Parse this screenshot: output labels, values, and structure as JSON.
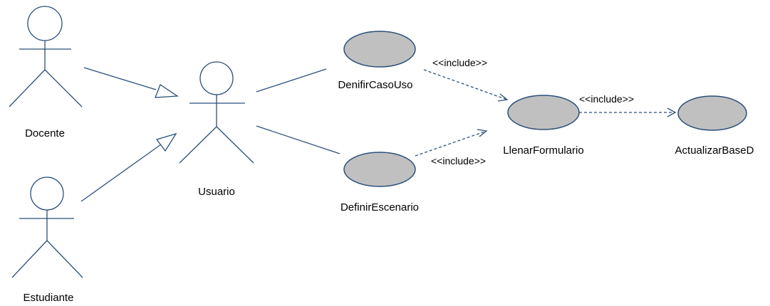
{
  "colors": {
    "line": "#2b4f7a",
    "use_case_fill": "#c0c0c0",
    "background": "#ffffff"
  },
  "actors": {
    "docente": "Docente",
    "estudiante": "Estudiante",
    "usuario": "Usuario"
  },
  "use_cases": {
    "definir_caso_uso": "DenifirCasoUso",
    "definir_escenario": "DefinirEscenario",
    "llenar_formulario": "LlenarFormulario",
    "actualizar_base": "ActualizarBaseD"
  },
  "relations": {
    "include_1": "<<include>>",
    "include_2": "<<include>>",
    "include_3": "<<include>>"
  }
}
